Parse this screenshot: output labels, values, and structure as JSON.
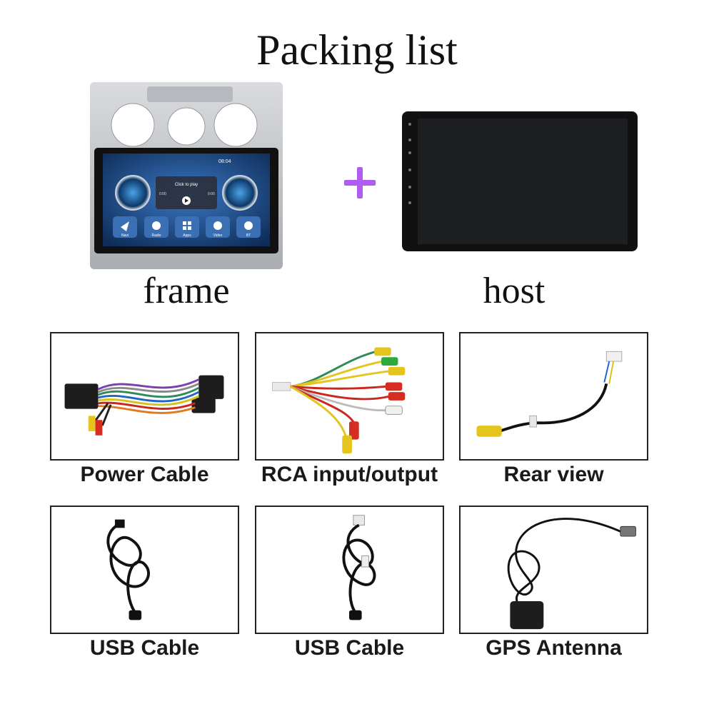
{
  "title": "Packing list",
  "main": {
    "frame_label": "frame",
    "host_label": "host",
    "plus_symbol": "+",
    "screen": {
      "time": "08:04",
      "play_text": "Click to play",
      "time_left": "0:00",
      "time_right": "0:00",
      "apps": [
        "Navi",
        "Radio",
        "Apps",
        "Video",
        "BT"
      ]
    }
  },
  "items": [
    {
      "label": "Power Cable"
    },
    {
      "label": "RCA input/output"
    },
    {
      "label": "Rear view"
    },
    {
      "label": "USB Cable"
    },
    {
      "label": "USB Cable"
    },
    {
      "label": "GPS Antenna"
    }
  ],
  "colors": {
    "accent_plus": "#b05cf0",
    "frame_silver": "#c7c9cc",
    "screen_blue": "#1d4f8c"
  }
}
